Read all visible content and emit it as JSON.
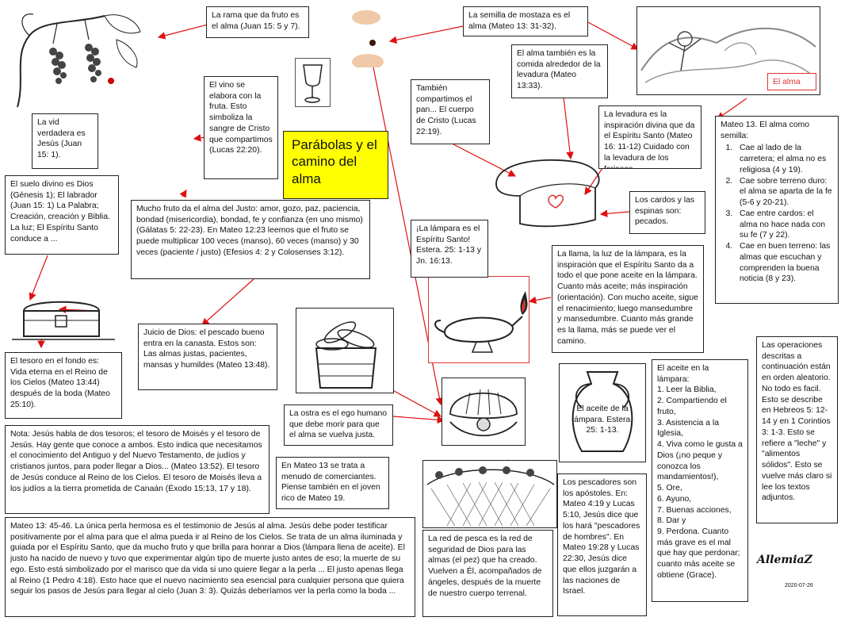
{
  "title": "Parábolas y el camino del alma",
  "boxes": {
    "rama": "La rama que da fruto es el alma (Juan 15: 5 y 7).",
    "semilla": "La semilla de mostaza es el alma (Mateo 13: 31-32).",
    "levadura_comida": "El alma también es la comida alrededor de la levadura (Mateo 13:33).",
    "vid": "La vid verdadera es Jesús (Juan 15: 1).",
    "vino": "El vino se elabora con la fruta. Esto simboliza la sangre de Cristo que compartimos (Lucas 22:20).",
    "pan": "También compartimos el pan... El cuerpo de Cristo (Lucas 22:19).",
    "levadura_inspiracion": "La levadura es la inspiración divina que da el Espíritu Santo (Mateo 16: 11-12) Cuidado con la levadura de los fariseos.",
    "suelo": "El suelo divino es Dios (Génesis 1); El labrador (Juan 15: 1) La Palabra; Creación, creación y Biblia. La luz; El Espíritu Santo conduce a ...",
    "fruto": "Mucho fruto da el alma del Justo: amor, gozo, paz, paciencia, bondad (misericordia), bondad, fe y confianza (en uno mismo) (Gálatas 5: 22-23). En Mateo 12:23 leemos que el fruto se puede multiplicar 100 veces (manso), 60 veces (manso) y 30 veces (paciente / justo) (Efesios 4: 2 y Colosenses 3:12).",
    "cardos": "Los cardos y las espinas son: pecados.",
    "lampara_espiritu": "¡La lámpara es el Espíritu Santo! Estera. 25: 1-13 y Jn. 16:13.",
    "llama": "La llama, la luz de la lámpara, es la inspiración que el Espíritu Santo da a todo el que pone aceite en la lámpara. Cuanto más aceite; más inspiración (orientación). Con mucho aceite, sigue el renacimiento; luego mansedumbre y mansedumbre. Cuanto más grande es la llama, más se puede ver el camino.",
    "juicio": "Juicio de Dios: el pescado bueno entra en la canasta. Estos son: Las almas justas, pacientes, mansas y humildes (Mateo 13:48).",
    "tesoro": "El tesoro en el fondo es: Vida eterna en el Reino de los Cielos (Mateo 13:44) después de la boda (Mateo 25:10).",
    "ostra": "La ostra es el ego humano que debe morir para que el alma se vuelva justa.",
    "nota": "Nota: Jesús habla de dos tesoros; el tesoro de Moisés y el tesoro de Jesús. Hay gente que conoce a ambos. Esto indica que necesitamos el conocimiento del Antiguo y del Nuevo Testamento, de judíos y cristianos juntos, para poder llegar a Dios... (Mateo 13:52). El tesoro de Jesús conduce al Reino de los Cielos. El tesoro de Moisés lleva a los judíos a la tierra prometida de Canaán (Éxodo 15:13, 17 y 18).",
    "comerciantes": "En Mateo 13 se trata a menudo de comerciantes. Piense también en el joven rico de Mateo 19.",
    "perla": "Mateo 13: 45-46. La única perla hermosa es el testimonio de Jesús al alma. Jesús debe poder testificar positivamente por el alma para que el alma pueda ir al Reino de los Cielos. Se trata de un alma iluminada y guiada por el Espíritu Santo, que da mucho fruto y que brilla para honrar a Dios (lámpara llena de aceite). El justo ha nacido de nuevo y tuvo que experimentar algún tipo de muerte justo antes de eso; la muerte de su ego. Esto está simbolizado por el marisco que da vida si uno quiere llegar a la perla ... El justo apenas llega al Reino (1 Pedro 4:18). Esto hace que el nuevo nacimiento sea esencial para cualquier persona que quiera seguir los pasos de Jesús para llegar al cielo (Juan 3: 3). Quizás deberíamos ver la perla como la boda ...",
    "red": "La red de pesca es la red de seguridad de Dios para las almas (el pez) que ha creado. Vuelven a Él, acompañados de ángeles, después de la muerte de nuestro cuerpo terrenal.",
    "pescadores": "Los pescadores son los apóstoles. En: Mateo 4:19 y Lucas 5:10, Jesús dice que los hará \"pescadores de hombres\". En Mateo 19:28 y Lucas 22:30, Jesús dice que ellos juzgarán a las naciones de Israel.",
    "aceite_lampara": "El aceite de la lámpara. Estera. 25: 1-13.",
    "operaciones": "Las operaciones descritas a continuación están en orden aleatorio. No todo es facil. Esto se describe en Hebreos 5: 12-14 y en 1 Corintios 3: 1-3. Esto se refiere a \"leche\" y \"alimentos sólidos\". Esto se vuelve más claro si lee los textos adjuntos.",
    "el_alma_label": "El alma"
  },
  "semilla_list": {
    "heading": "Mateo 13. El alma como semilla:",
    "items": [
      "Cae al lado de la carretera; el alma no es religiosa (4 y 19).",
      "Cae sobre terreno duro: el alma se aparta de la fe (5-6 y 20-21).",
      "Cae entre cardos: el alma no hace nada con su fe (7 y 22).",
      "Cae en buen terreno: las almas que escuchan y comprenden la buena noticia (8 y 23)."
    ]
  },
  "aceite_list": {
    "heading": "El aceite en la lámpara:",
    "items": [
      "1. Leer la Biblia,",
      "2. Compartiendo el fruto,",
      "3. Asistencia a la Iglesia,",
      "4. Viva como le gusta a Dios (¡no peque y conozca los mandamientos!),",
      "5. Ore,",
      "6. Ayuno,",
      "7. Buenas acciones,",
      "8. Dar y",
      "9. Perdona. Cuanto más grave es el mal que hay que perdonar; cuanto más aceite se obtiene (Grace)."
    ]
  },
  "signature": "AllemiaZ",
  "date": "2020-07-26",
  "colors": {
    "arrow": "#e01010",
    "title_bg": "#ffff00",
    "box_border": "#222222"
  }
}
